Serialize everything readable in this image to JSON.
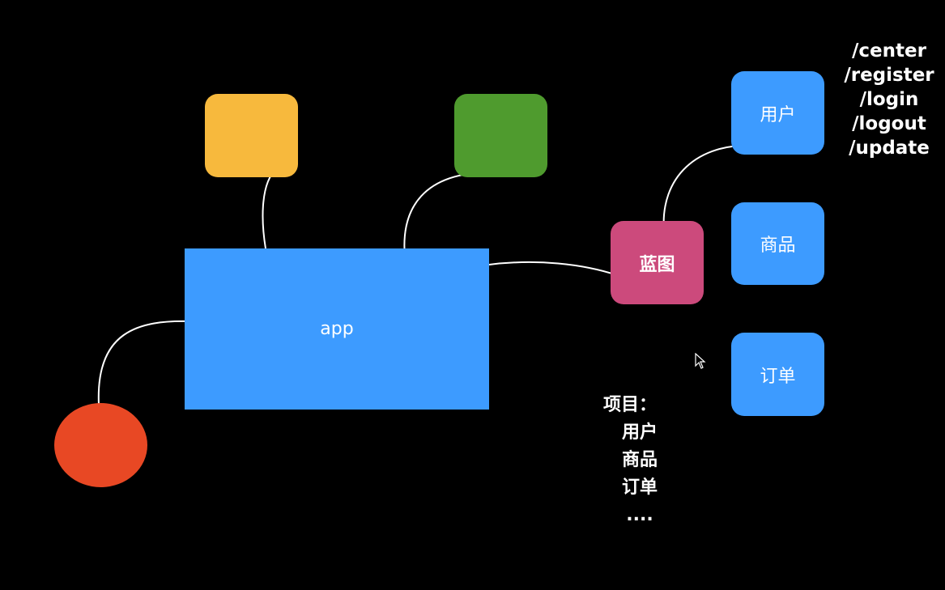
{
  "diagram": {
    "app_label": "app",
    "blueprint_label": "蓝图",
    "modules": [
      {
        "label": "用户"
      },
      {
        "label": "商品"
      },
      {
        "label": "订单"
      }
    ],
    "routes": [
      "/center",
      "/register",
      "/login",
      "/logout",
      "/update"
    ],
    "project": {
      "title": "项目：",
      "items": [
        "用户",
        "商品",
        "订单",
        "...."
      ]
    }
  },
  "colors": {
    "background": "#000000",
    "app": "#3d9bff",
    "module": "#3d9bff",
    "blueprint": "#cc4a7c",
    "yellow_box": "#f7b93d",
    "green_box": "#4f9b2e",
    "red_circle": "#e84824",
    "connector": "#ffffff"
  }
}
